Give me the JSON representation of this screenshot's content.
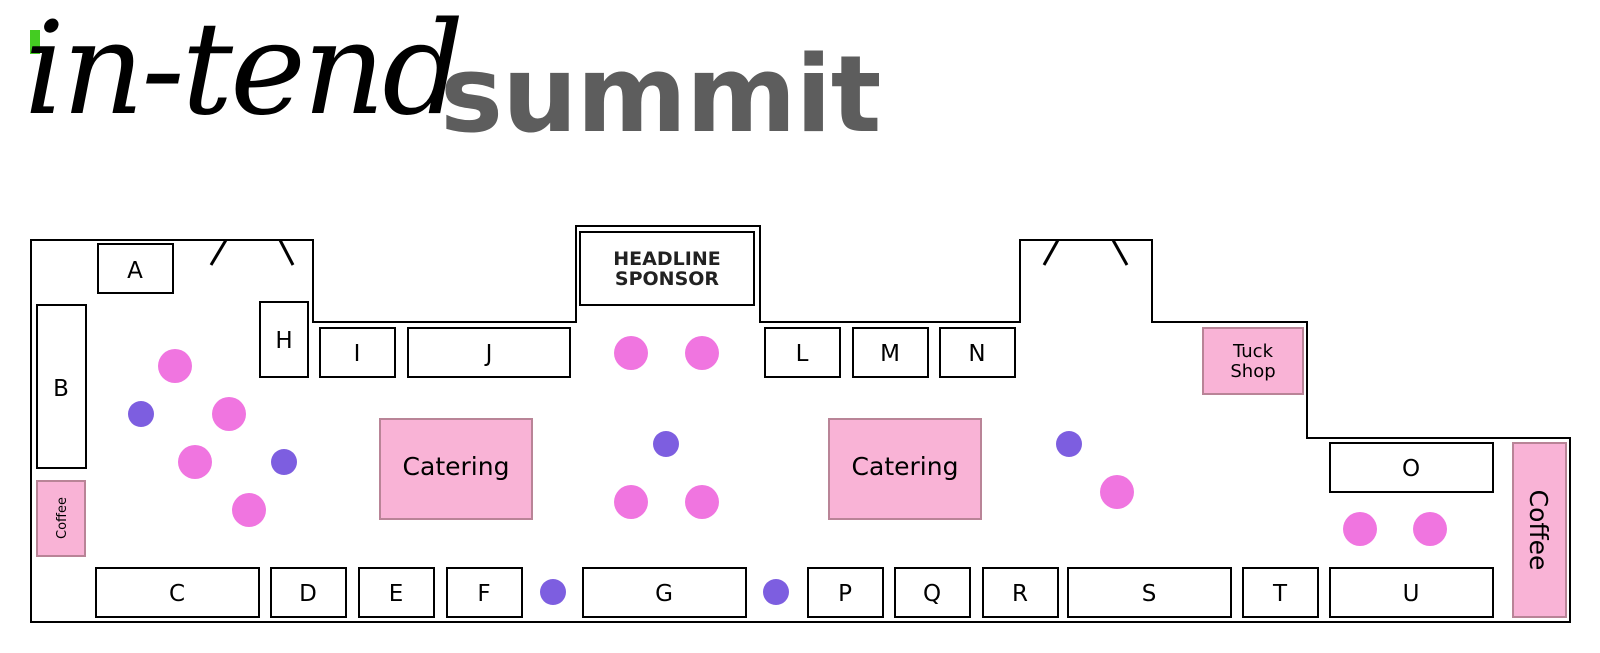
{
  "brand": {
    "script_text": "in-tend",
    "summit_text": "summit",
    "accent_color": "#44cc22",
    "summit_color": "#5d5d5d"
  },
  "colors": {
    "booth_stroke": "#000000",
    "pink_fill": "#f9b3d6",
    "pink_stroke": "#b98497",
    "table_pink": "#f075e0",
    "table_purple": "#7d5ee0"
  },
  "floorplan": {
    "booths": {
      "a": "A",
      "b": "B",
      "c": "C",
      "d": "D",
      "e": "E",
      "f": "F",
      "g": "G",
      "h": "H",
      "i": "I",
      "j": "J",
      "l": "L",
      "m": "M",
      "n": "N",
      "o": "O",
      "p": "P",
      "q": "Q",
      "r": "R",
      "s": "S",
      "t": "T",
      "u": "U"
    },
    "headline_sponsor": {
      "line1": "HEADLINE",
      "line2": "SPONSOR"
    },
    "catering_left": "Catering",
    "catering_right": "Catering",
    "tuck_shop": {
      "line1": "Tuck",
      "line2": "Shop"
    },
    "coffee_left": "Coffee",
    "coffee_right": "Coffee"
  }
}
